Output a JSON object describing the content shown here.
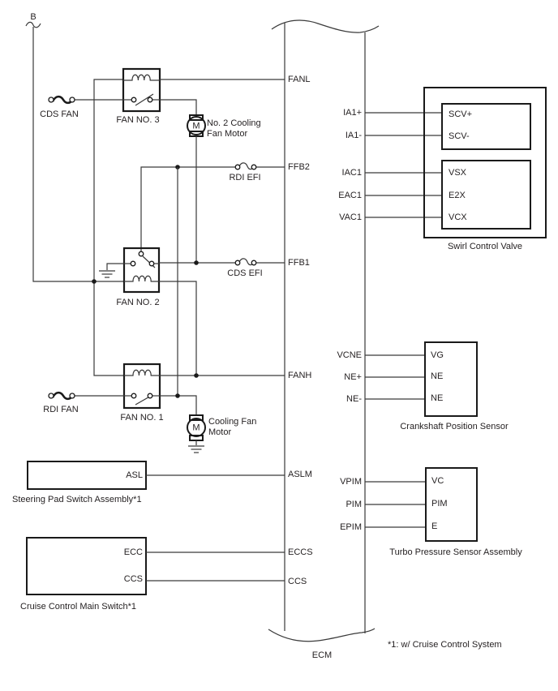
{
  "diagram": {
    "connector_b_label": "B",
    "footnote": "*1: w/ Cruise Control System",
    "ecm": {
      "label": "ECM",
      "pins_left": {
        "fanl": "FANL",
        "ffb2": "FFB2",
        "ffb1": "FFB1",
        "fanh": "FANH",
        "aslm": "ASLM",
        "eccs": "ECCS",
        "ccs": "CCS"
      },
      "pins_right": {
        "ia1_plus": "IA1+",
        "ia1_minus": "IA1-",
        "iac1": "IAC1",
        "eac1": "EAC1",
        "vac1": "VAC1",
        "vcne": "VCNE",
        "ne_plus": "NE+",
        "ne_minus": "NE-",
        "vpim": "VPIM",
        "pim": "PIM",
        "epim": "EPIM"
      }
    },
    "fuses": {
      "cds_fan": "CDS FAN",
      "rdi_fan": "RDI FAN",
      "rdi_efi": "RDI EFI",
      "cds_efi": "CDS EFI"
    },
    "relays": {
      "fan3": "FAN NO. 3",
      "fan2": "FAN NO. 2",
      "fan1": "FAN NO. 1"
    },
    "motors": {
      "symbol": "M",
      "no2_cooling_line1": "No. 2 Cooling",
      "no2_cooling_line2": "Fan Motor",
      "cooling_line1": "Cooling Fan",
      "cooling_line2": "Motor"
    },
    "swirl": {
      "title": "Swirl Control Valve",
      "pins": {
        "scv_plus": "SCV+",
        "scv_minus": "SCV-",
        "vsx": "VSX",
        "e2x": "E2X",
        "vcx": "VCX"
      }
    },
    "crank": {
      "title": "Crankshaft Position Sensor",
      "pins": {
        "vg": "VG",
        "ne1": "NE",
        "ne2": "NE"
      }
    },
    "turbo": {
      "title": "Turbo Pressure Sensor Assembly",
      "pins": {
        "vc": "VC",
        "pim": "PIM",
        "e": "E"
      }
    },
    "steering": {
      "title": "Steering Pad Switch Assembly*1",
      "pin_asl": "ASL"
    },
    "cruise": {
      "title": "Cruise Control Main Switch*1",
      "pin_ecc": "ECC",
      "pin_ccs": "CCS"
    },
    "colors": {
      "wire": "#3a3a3a",
      "box": "#1a1a1a",
      "text": "#231f20",
      "bg": "#ffffff"
    }
  }
}
